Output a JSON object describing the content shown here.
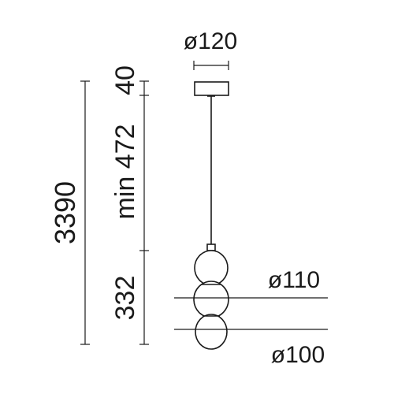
{
  "drawing": {
    "canopy_diameter": "ø120",
    "canopy_height": "40",
    "total_height": "3390",
    "cable_min_length": "min 472",
    "shade_height": "332",
    "shade_upper_diameter": "ø110",
    "shade_lower_diameter": "ø100"
  }
}
